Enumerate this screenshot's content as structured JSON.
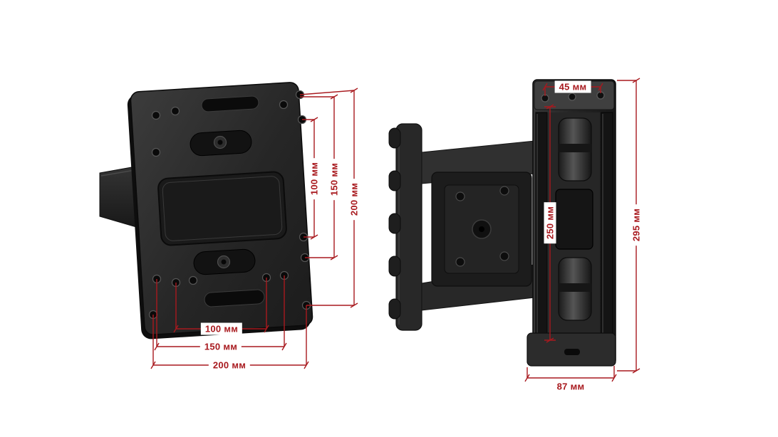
{
  "meta": {
    "description_name": "tv-wall-mount-dimension-diagram",
    "colors": {
      "background": "#ffffff",
      "dimension_accent": "#a8191e",
      "bracket_dark": "#232323"
    }
  },
  "front_view": {
    "dimensions": {
      "inner_vertical": "100 мм",
      "middle_vertical": "150 мм",
      "outer_vertical": "200 мм",
      "inner_horizontal": "100 мм",
      "middle_horizontal": "150 мм",
      "outer_horizontal": "200 мм"
    }
  },
  "side_view": {
    "dimensions": {
      "top_width": "45 мм",
      "rail_height": "250 мм",
      "overall_height": "295 мм",
      "bottom_depth": "87 мм"
    }
  }
}
